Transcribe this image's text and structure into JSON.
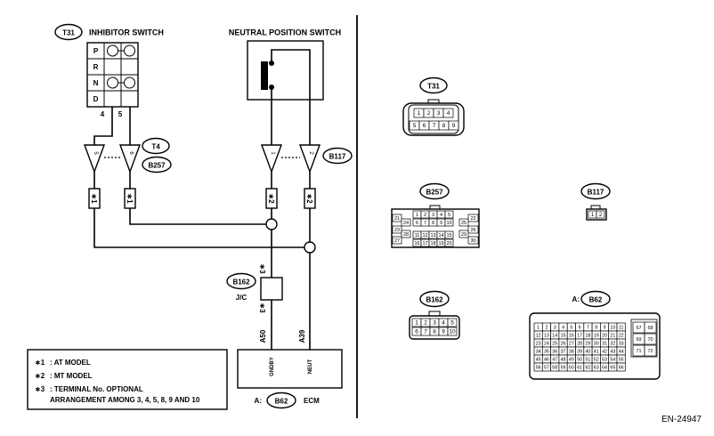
{
  "inhibitor_switch": {
    "connector": "T31",
    "title": "INHIBITOR SWITCH",
    "rows": [
      "P",
      "R",
      "N",
      "D"
    ],
    "pin_a": "4",
    "pin_b": "5"
  },
  "neutral_position_switch": {
    "title": "NEUTRAL POSITION SWITCH"
  },
  "wire_connectors": [
    {
      "id": "T4",
      "pins": [
        "5",
        "6"
      ]
    },
    {
      "id": "B257"
    },
    {
      "id": "B117",
      "pins": [
        "1",
        "2"
      ]
    }
  ],
  "markers": [
    "∗1",
    "∗1",
    "∗2",
    "∗2"
  ],
  "jc": {
    "connector": "B162",
    "label": "J/C",
    "mark": "∗3"
  },
  "ecm": {
    "prefix": "A:",
    "connector": "B62",
    "label": "ECM",
    "terminals": [
      {
        "pin": "A50",
        "name": "GNDBY"
      },
      {
        "pin": "A39",
        "name": "NEUT"
      }
    ]
  },
  "legend": [
    {
      "mark": "∗1",
      "text": ": AT MODEL"
    },
    {
      "mark": "∗2",
      "text": ": MT MODEL"
    },
    {
      "mark": "∗3",
      "text": ": TERMINAL No. OPTIONAL"
    },
    {
      "mark": "",
      "text": "ARRANGEMENT AMONG 3, 4, 5, 8, 9 AND 10"
    }
  ],
  "connector_views": {
    "t31": {
      "label": "T31",
      "row1": [
        "1",
        "2",
        "3",
        "4"
      ],
      "row2": [
        "5",
        "6",
        "7",
        "8",
        "9"
      ]
    },
    "b257": {
      "label": "B257",
      "main_row1": [
        "1",
        "2",
        "3",
        "4",
        "5"
      ],
      "main_row2": [
        "6",
        "7",
        "8",
        "9",
        "10"
      ],
      "main_row3": [
        "11",
        "12",
        "13",
        "14",
        "15"
      ],
      "main_row4": [
        "16",
        "17",
        "18",
        "19",
        "20"
      ],
      "left": [
        "21",
        "24",
        "23",
        "28",
        "27"
      ],
      "right": [
        "22",
        "25",
        "26",
        "29",
        "30"
      ]
    },
    "b117": {
      "label": "B117",
      "pins": [
        "1",
        "2"
      ]
    },
    "b162": {
      "label": "B162",
      "row1": [
        "1",
        "2",
        "3",
        "4",
        "5"
      ],
      "row2": [
        "6",
        "7",
        "8",
        "9",
        "10"
      ]
    },
    "b62": {
      "prefix": "A:",
      "label": "B62",
      "rows": [
        [
          "1",
          "2",
          "3",
          "4",
          "5",
          "6",
          "7",
          "8",
          "9",
          "10",
          "11"
        ],
        [
          "12",
          "13",
          "14",
          "15",
          "16",
          "17",
          "18",
          "19",
          "20",
          "21",
          "22"
        ],
        [
          "23",
          "24",
          "25",
          "26",
          "27",
          "28",
          "29",
          "30",
          "31",
          "32",
          "33"
        ],
        [
          "34",
          "35",
          "36",
          "37",
          "38",
          "39",
          "40",
          "41",
          "42",
          "43",
          "44"
        ],
        [
          "45",
          "46",
          "47",
          "48",
          "49",
          "50",
          "51",
          "52",
          "53",
          "54",
          "55"
        ],
        [
          "56",
          "57",
          "58",
          "59",
          "60",
          "61",
          "62",
          "63",
          "64",
          "65",
          "66"
        ]
      ],
      "side": [
        [
          "67",
          "68"
        ],
        [
          "69",
          "70"
        ],
        [
          "71",
          "72"
        ]
      ]
    }
  },
  "figure_id": "EN-24947"
}
